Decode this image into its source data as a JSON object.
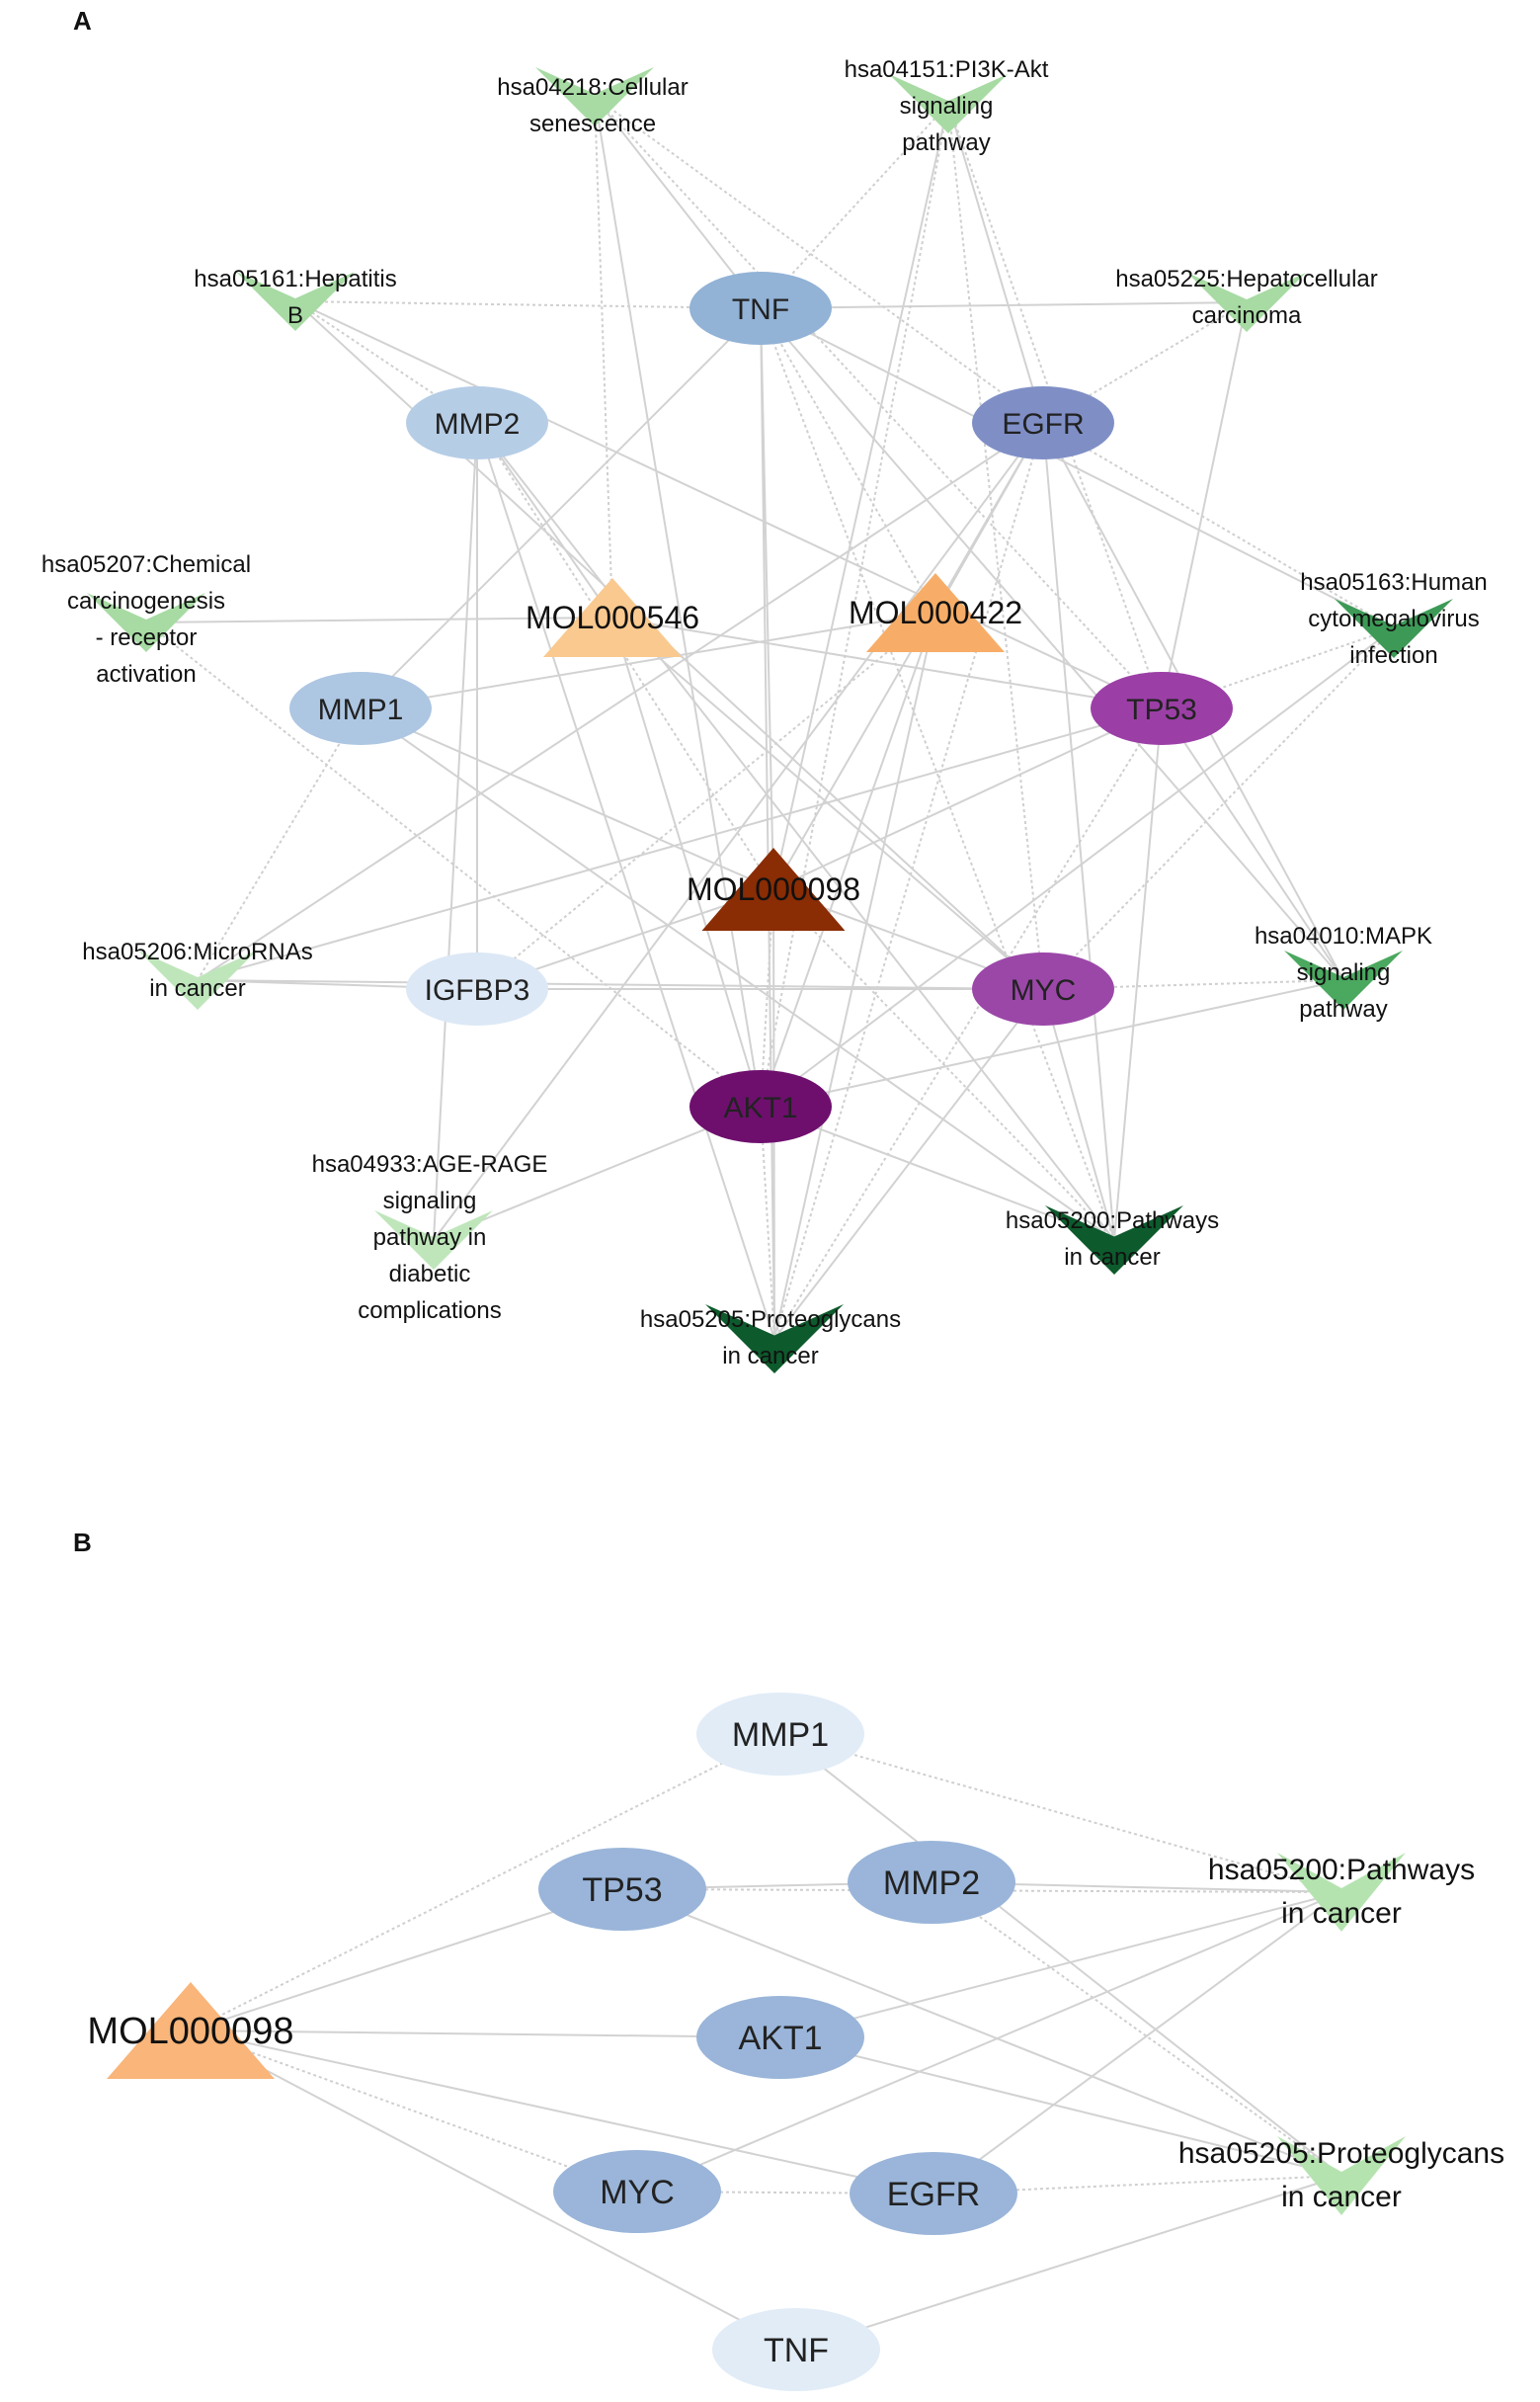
{
  "panels": [
    {
      "letter": "A",
      "nodes": [
        {
          "id": "TNF",
          "label": "TNF",
          "shape": "ellipse",
          "color": "#92b2d6"
        },
        {
          "id": "MMP2",
          "label": "MMP2",
          "shape": "ellipse",
          "color": "#b6cde6"
        },
        {
          "id": "EGFR",
          "label": "EGFR",
          "shape": "ellipse",
          "color": "#7f8fc6"
        },
        {
          "id": "MMP1",
          "label": "MMP1",
          "shape": "ellipse",
          "color": "#adc6e2"
        },
        {
          "id": "TP53",
          "label": "TP53",
          "shape": "ellipse",
          "color": "#9b3fa6"
        },
        {
          "id": "IGFBP3",
          "label": "IGFBP3",
          "shape": "ellipse",
          "color": "#dce8f5"
        },
        {
          "id": "MYC",
          "label": "MYC",
          "shape": "ellipse",
          "color": "#9b47a8"
        },
        {
          "id": "AKT1",
          "label": "AKT1",
          "shape": "ellipse",
          "color": "#6e0f6e"
        },
        {
          "id": "MOL000546",
          "label": "MOL000546",
          "shape": "triangle",
          "color": "#f9c98f"
        },
        {
          "id": "MOL000422",
          "label": "MOL000422",
          "shape": "triangle",
          "color": "#f7ad68"
        },
        {
          "id": "MOL000098",
          "label": "MOL000098",
          "shape": "triangle",
          "color": "#8a2c04"
        },
        {
          "id": "hsa04218",
          "lines": [
            "hsa04218:Cellular",
            "senescence"
          ],
          "shape": "v",
          "color": "#a7dba3"
        },
        {
          "id": "hsa04151",
          "lines": [
            "hsa04151:PI3K-Akt",
            "signaling",
            "pathway"
          ],
          "shape": "v",
          "color": "#a7dba3"
        },
        {
          "id": "hsa05161",
          "lines": [
            "hsa05161:Hepatitis",
            "B"
          ],
          "shape": "v",
          "color": "#a7dba3"
        },
        {
          "id": "hsa05225",
          "lines": [
            "hsa05225:Hepatocellular",
            "carcinoma"
          ],
          "shape": "v",
          "color": "#a7dba3"
        },
        {
          "id": "hsa05207",
          "lines": [
            "hsa05207:Chemical",
            "carcinogenesis",
            "- receptor",
            "activation"
          ],
          "shape": "v",
          "color": "#a7dba3"
        },
        {
          "id": "hsa05163",
          "lines": [
            "hsa05163:Human",
            "cytomegalovirus",
            "infection"
          ],
          "shape": "v",
          "color": "#3d9a56"
        },
        {
          "id": "hsa05206",
          "lines": [
            "hsa05206:MicroRNAs",
            "in cancer"
          ],
          "shape": "v",
          "color": "#bfe6bb"
        },
        {
          "id": "hsa04010",
          "lines": [
            "hsa04010:MAPK",
            "signaling",
            "pathway"
          ],
          "shape": "v",
          "color": "#4aa85f"
        },
        {
          "id": "hsa04933",
          "lines": [
            "hsa04933:AGE-RAGE",
            "signaling",
            "pathway in",
            "diabetic",
            "complications"
          ],
          "shape": "v",
          "color": "#bfe6bb"
        },
        {
          "id": "hsa05200",
          "lines": [
            "hsa05200:Pathways",
            "in cancer"
          ],
          "shape": "v",
          "color": "#0d5a2c"
        },
        {
          "id": "hsa05205",
          "lines": [
            "hsa05205:Proteoglycans",
            "in cancer"
          ],
          "shape": "v",
          "color": "#0d5a2c"
        }
      ]
    },
    {
      "letter": "B",
      "nodes": [
        {
          "id": "MMP1",
          "label": "MMP1",
          "shape": "ellipse",
          "color": "#e1ecf7"
        },
        {
          "id": "TP53",
          "label": "TP53",
          "shape": "ellipse",
          "color": "#9ab5d9"
        },
        {
          "id": "MMP2",
          "label": "MMP2",
          "shape": "ellipse",
          "color": "#9ab5d9"
        },
        {
          "id": "AKT1",
          "label": "AKT1",
          "shape": "ellipse",
          "color": "#9ab5d9"
        },
        {
          "id": "MYC",
          "label": "MYC",
          "shape": "ellipse",
          "color": "#9ab5d9"
        },
        {
          "id": "EGFR",
          "label": "EGFR",
          "shape": "ellipse",
          "color": "#9ab5d9"
        },
        {
          "id": "TNF",
          "label": "TNF",
          "shape": "ellipse",
          "color": "#e1ecf7"
        },
        {
          "id": "MOL000098",
          "label": "MOL000098",
          "shape": "triangle",
          "color": "#f9b57a"
        },
        {
          "id": "hsa05200",
          "lines": [
            "hsa05200:Pathways",
            "in cancer"
          ],
          "shape": "v",
          "color": "#b5e3b0"
        },
        {
          "id": "hsa05205",
          "lines": [
            "hsa05205:Proteoglycans",
            "in cancer"
          ],
          "shape": "v",
          "color": "#b5e3b0"
        }
      ]
    }
  ]
}
